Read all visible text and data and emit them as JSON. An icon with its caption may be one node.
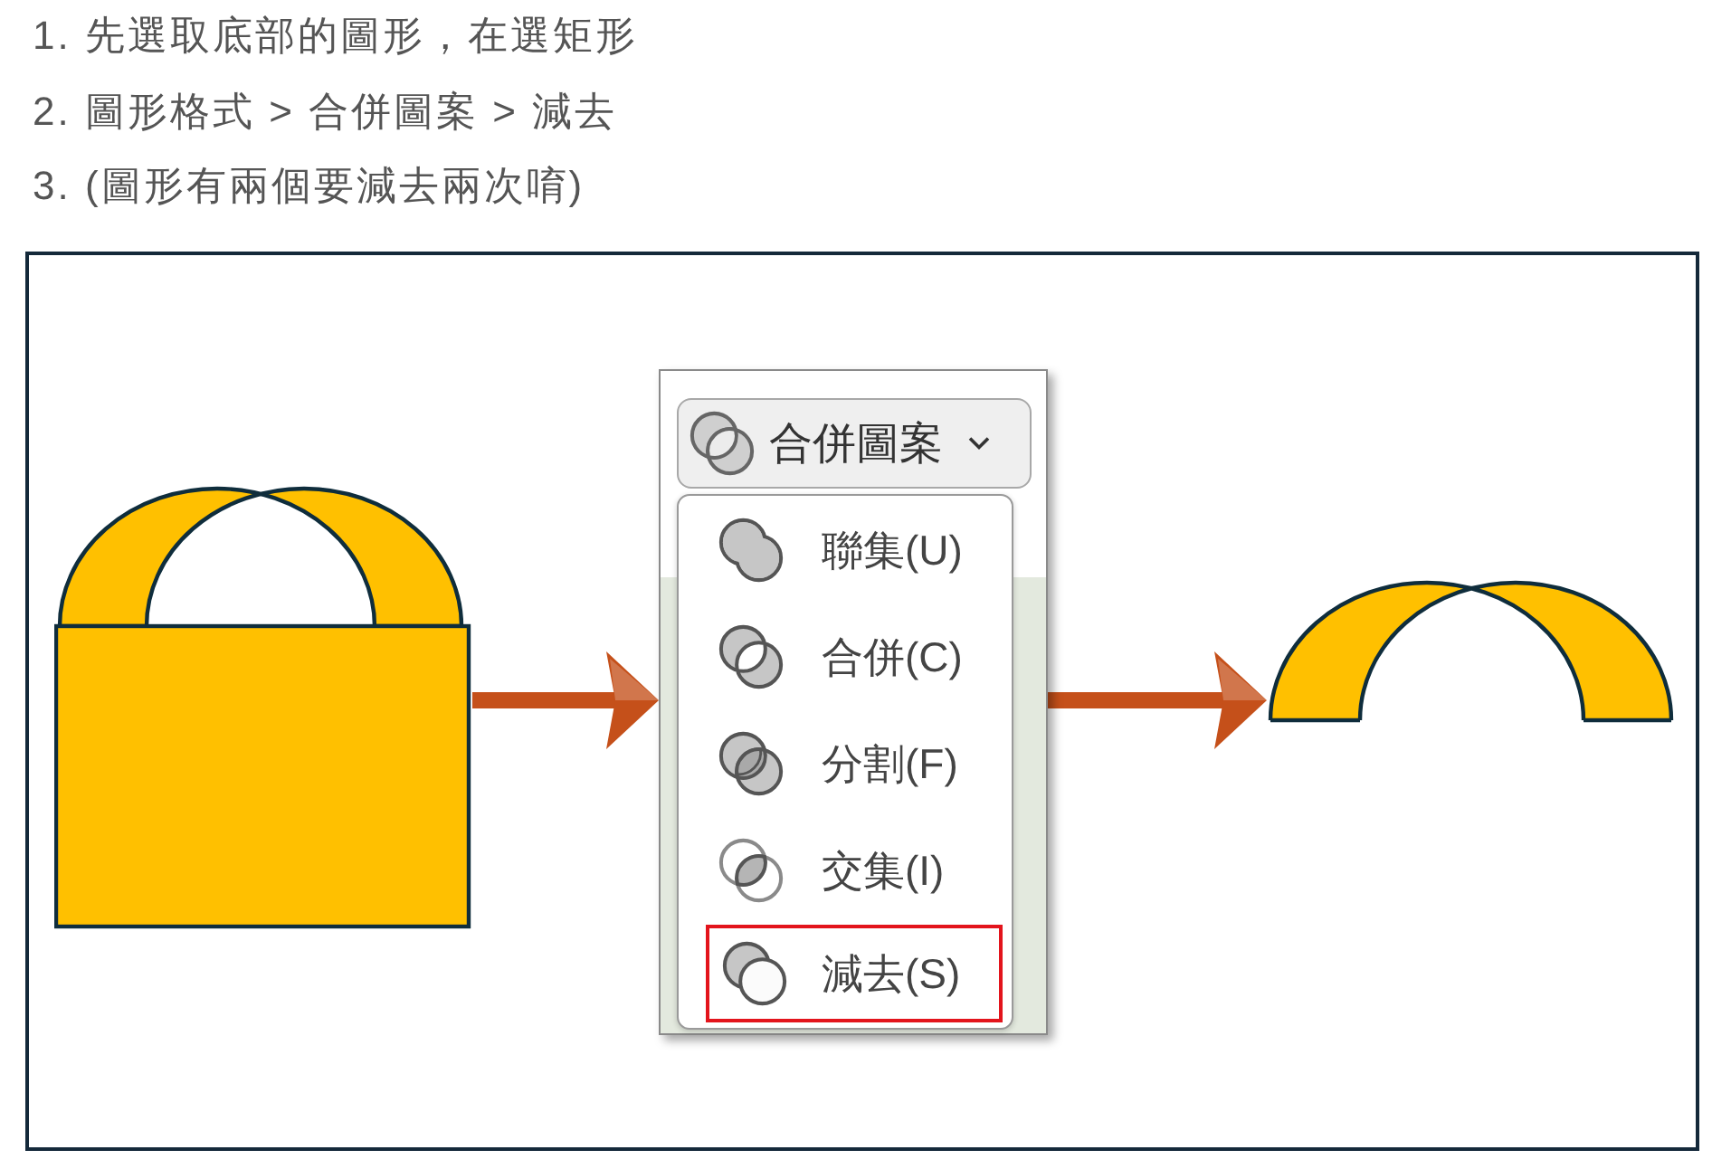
{
  "diagram": {
    "nodes": [
      {
        "text": [],
        "shape": "box"
      },
      {
        "text": [
          "合併圖案",
          "聯集(U)",
          "合併(C)",
          "分割(F)",
          "交集(I)"
        ]
      },
      {
        "text": [
          "減去(S)"
        ],
        "in": 1
      },
      {
        "text": [],
        "shape": "arch"
      }
    ],
    "edges": [
      {
        "from": 0,
        "to": 1,
        "arrow": "to"
      },
      {
        "from": 1,
        "to": 3,
        "arrow": "to"
      }
    ],
    "labels": [
      "1. 先選取底部的圖形，在選矩形",
      "2. 圖形格式 > 合併圖案 > 減去",
      "3. (圖形有兩個要減去兩次唷)"
    ]
  }
}
